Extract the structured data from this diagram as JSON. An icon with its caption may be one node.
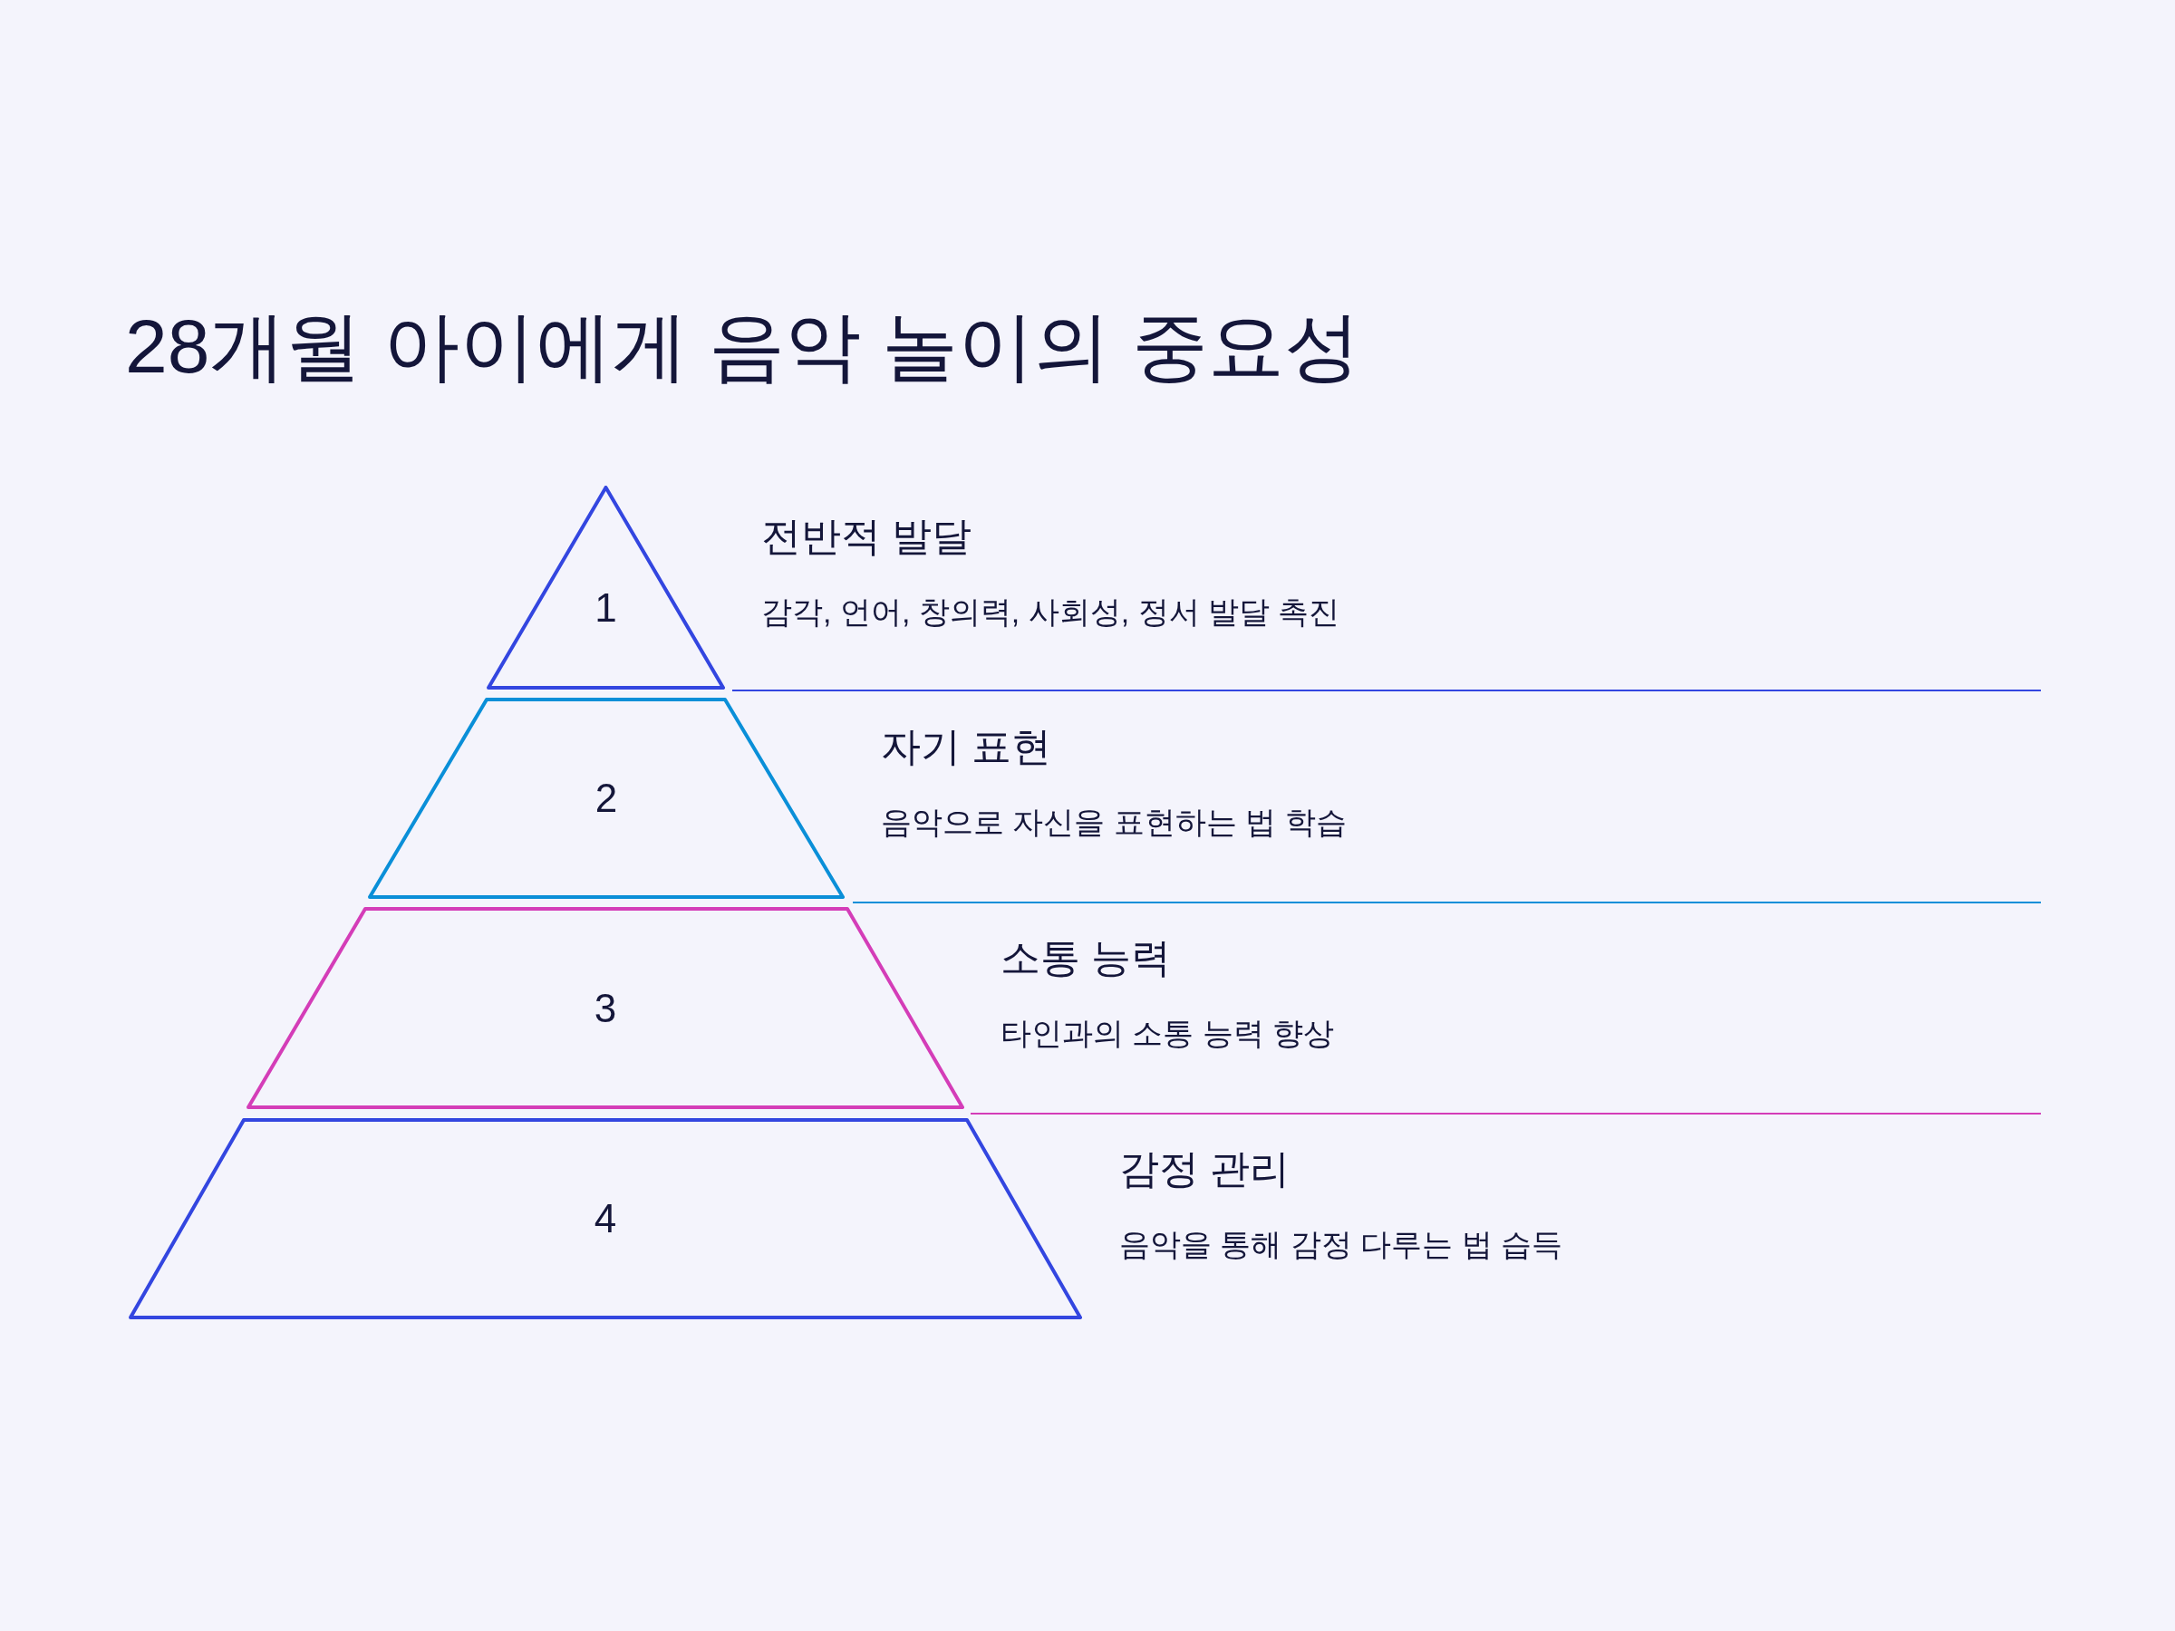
{
  "diagram": {
    "title": "28개월 아이에게 음악 놀이의 중요성",
    "nodes": [
      {
        "text": [
          "1"
        ],
        "beside": [
          "전반적 발달",
          "감각, 언어, 창의력, 사회성, 정서 발달 촉진"
        ]
      },
      {
        "text": [
          "2"
        ],
        "beside": [
          "자기 표현",
          "음악으로 자신을 표현하는 법 학습"
        ]
      },
      {
        "text": [
          "3"
        ],
        "beside": [
          "소통 능력",
          "타인과의 소통 능력 향상"
        ]
      },
      {
        "text": [
          "4"
        ],
        "beside": [
          "감정 관리",
          "음악을 통해 감정 다루는 법 습득"
        ]
      }
    ]
  }
}
